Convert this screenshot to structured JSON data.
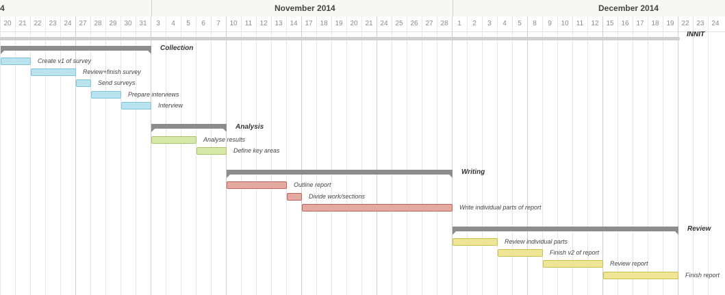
{
  "timeline": {
    "months": [
      {
        "label": "4"
      },
      {
        "label": "November 2014"
      },
      {
        "label": "December 2014"
      }
    ],
    "days": [
      "20",
      "21",
      "22",
      "23",
      "24",
      "27",
      "28",
      "29",
      "30",
      "31",
      "3",
      "4",
      "5",
      "6",
      "7",
      "10",
      "11",
      "12",
      "13",
      "14",
      "17",
      "18",
      "19",
      "20",
      "21",
      "24",
      "25",
      "26",
      "27",
      "28",
      "1",
      "2",
      "3",
      "4",
      "5",
      "8",
      "9",
      "10",
      "11",
      "12",
      "15",
      "16",
      "17",
      "18",
      "19",
      "22",
      "23",
      "24"
    ]
  },
  "milestone": {
    "label": "INNIT"
  },
  "groups": [
    {
      "name": "Collection",
      "color": "#b8e3ef",
      "border": "#7ec5da",
      "tasks": [
        "Create v1 of survey",
        "Review+finish survey",
        "Send surveys",
        "Prepare interviews",
        "Interview"
      ]
    },
    {
      "name": "Analysis",
      "color": "#d8e8a8",
      "border": "#a8c46a",
      "tasks": [
        "Analyse results",
        "Define key areas"
      ]
    },
    {
      "name": "Writing",
      "color": "#e4a9a1",
      "border": "#c0615a",
      "tasks": [
        "Outline report",
        "Divide work/sections",
        "Write individual parts of report"
      ]
    },
    {
      "name": "Review",
      "color": "#efe596",
      "border": "#cbbd4a",
      "tasks": [
        "Review individual parts",
        "Finish v2 of report",
        "Review report",
        "Finish report"
      ]
    }
  ]
}
